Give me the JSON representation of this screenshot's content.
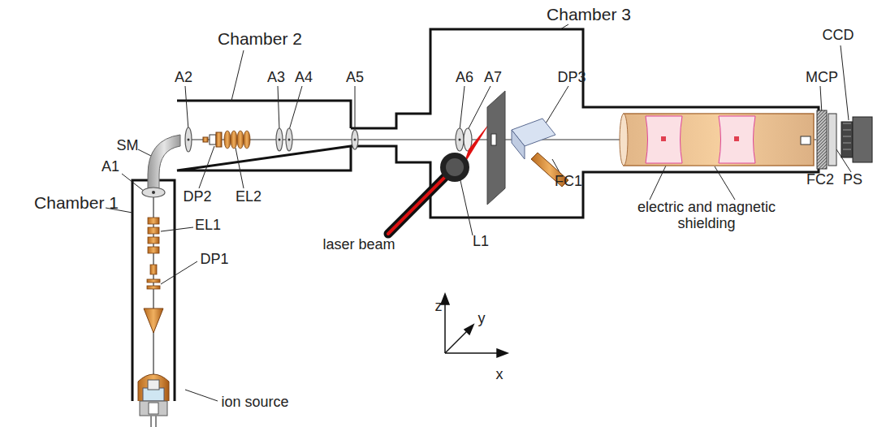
{
  "diagram": {
    "labels": [
      "Chamber 2",
      "Chamber 3",
      "A2",
      "A3",
      "A4",
      "A5",
      "A6",
      "A7",
      "DP3",
      "MCP",
      "CCD",
      "SM",
      "A1",
      "DP2",
      "EL2",
      "FC1",
      "FC2",
      "PS",
      "Chamber 1",
      "EL1",
      "DP1",
      "laser beam",
      "L1",
      "electric and magnetic shielding",
      "z",
      "y",
      "x",
      "ion source"
    ]
  }
}
